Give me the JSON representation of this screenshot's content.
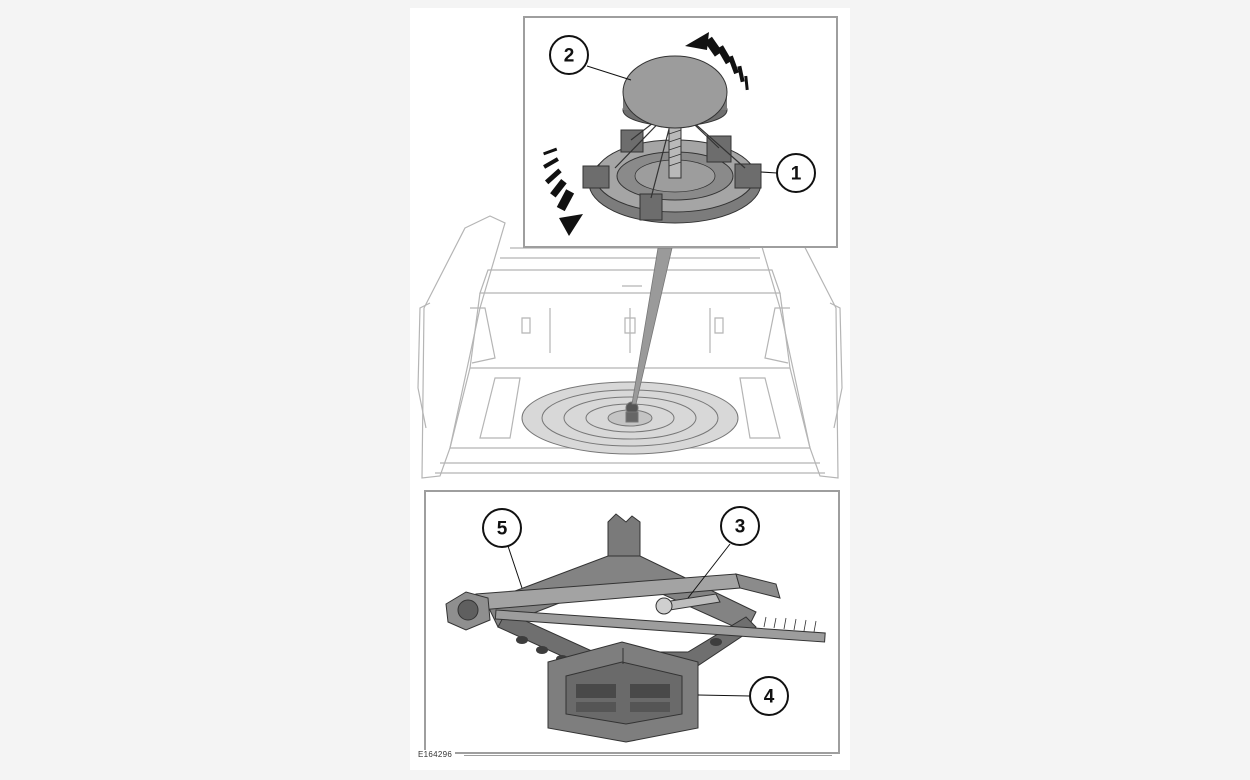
{
  "figure": {
    "figure_id": "E164296",
    "callouts": [
      {
        "id": "1",
        "label": "1"
      },
      {
        "id": "2",
        "label": "2"
      },
      {
        "id": "3",
        "label": "3"
      },
      {
        "id": "4",
        "label": "4"
      },
      {
        "id": "5",
        "label": "5"
      }
    ]
  },
  "colors": {
    "background": "#f4f4f4",
    "panel_border": "#9e9e9e",
    "part_fill": "#8c8c8c",
    "part_dark": "#5f5f5f",
    "line": "#b5b5b5"
  }
}
